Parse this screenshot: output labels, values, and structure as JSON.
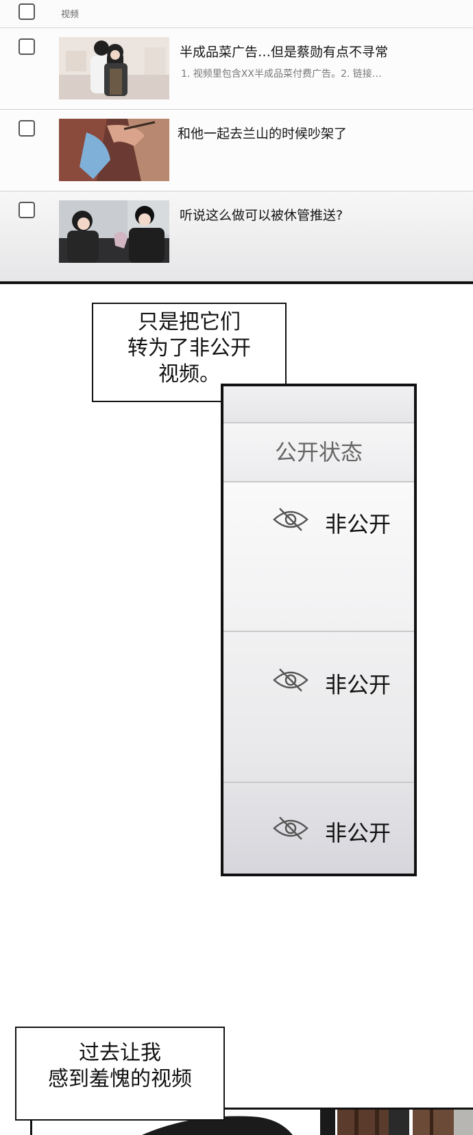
{
  "list": {
    "header_label": "视频",
    "rows": [
      {
        "title": "半成品菜广告…但是蔡勋有点不寻常",
        "description": "1. 视频里包含XX半成品菜付费广告。2. 链接…"
      },
      {
        "title": "和他一起去兰山的时候吵架了",
        "description": ""
      },
      {
        "title": "听说这么做可以被休管推送?",
        "description": ""
      }
    ]
  },
  "speech_1": {
    "lines": [
      "只是把它们",
      "转为了非公开",
      "视频。"
    ]
  },
  "privacy_menu": {
    "header": "公开状态",
    "options": [
      {
        "icon": "eye-slash-icon",
        "label": "非公开"
      },
      {
        "icon": "eye-slash-icon",
        "label": "非公开"
      },
      {
        "icon": "eye-slash-icon",
        "label": "非公开"
      }
    ]
  },
  "speech_2": {
    "lines": [
      "过去让我",
      "感到羞愧的视频"
    ]
  },
  "colors": {
    "panel_border": "#111111",
    "muted_text": "#777777",
    "divider": "#cfcfcf"
  }
}
